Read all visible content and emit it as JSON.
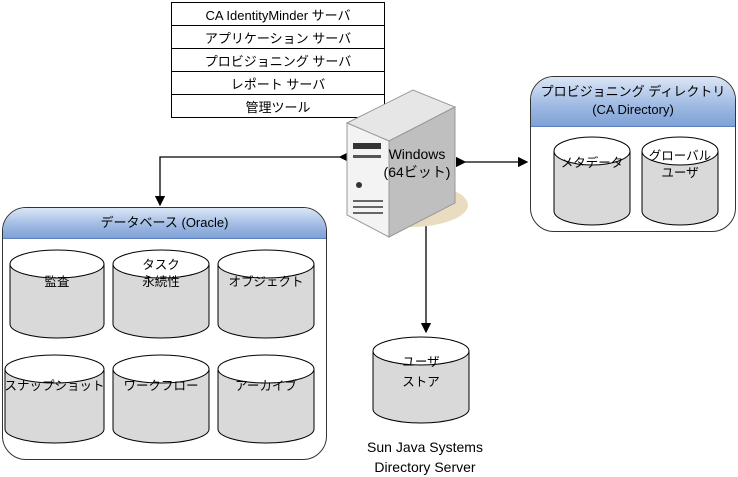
{
  "server_stack": {
    "rows": [
      "CA IdentityMinder サーバ",
      "アプリケーション  サーバ",
      "プロビジョニング  サーバ",
      "レポート  サーバ",
      "管理ツール"
    ]
  },
  "windows_server": {
    "label_line1": "Windows",
    "label_line2": "(64ビット)"
  },
  "provisioning_directory": {
    "title_line1": "プロビジョニング ディレクトリ",
    "title_line2": "(CA Directory)",
    "stores": [
      {
        "line1": "メタデータ",
        "line2": ""
      },
      {
        "line1": "グローバル",
        "line2": "ユーザ"
      }
    ]
  },
  "database": {
    "title": "データベース (Oracle)",
    "stores": [
      {
        "line1": "監査",
        "line2": ""
      },
      {
        "line1": "タスク",
        "line2": "永続性"
      },
      {
        "line1": "オブジェクト",
        "line2": ""
      },
      {
        "line1": "スナップショット",
        "line2": ""
      },
      {
        "line1": "ワークフロー",
        "line2": ""
      },
      {
        "line1": "アーカイブ",
        "line2": ""
      }
    ]
  },
  "user_store": {
    "line1": "ユーザ",
    "line2": "ストア",
    "caption_line1": "Sun Java Systems",
    "caption_line2": "Directory Server"
  }
}
